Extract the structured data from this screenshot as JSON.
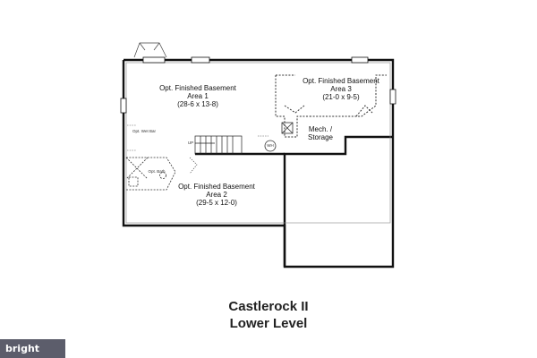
{
  "rooms": {
    "area1": {
      "name": "Opt. Finished Basement",
      "sub": "Area 1",
      "dims": "(28-6 x 13-8)"
    },
    "area3": {
      "name": "Opt. Finished Basement",
      "sub": "Area 3",
      "dims": "(21-0 x 9-5)"
    },
    "area2": {
      "name": "Opt. Finished Basement",
      "sub": "Area 2",
      "dims": "(29-5 x 12-0)"
    },
    "mech": {
      "name": "Mech. /",
      "sub": "Storage"
    }
  },
  "fixtures": {
    "wet_bar": {
      "line1": "Opt.",
      "line2": "Wet Bar"
    },
    "bath": "Opt. Bath",
    "water_heater": "WH",
    "up": "UP"
  },
  "title": {
    "line1": "Castlerock II",
    "line2": "Lower Level"
  },
  "watermark": "bright"
}
